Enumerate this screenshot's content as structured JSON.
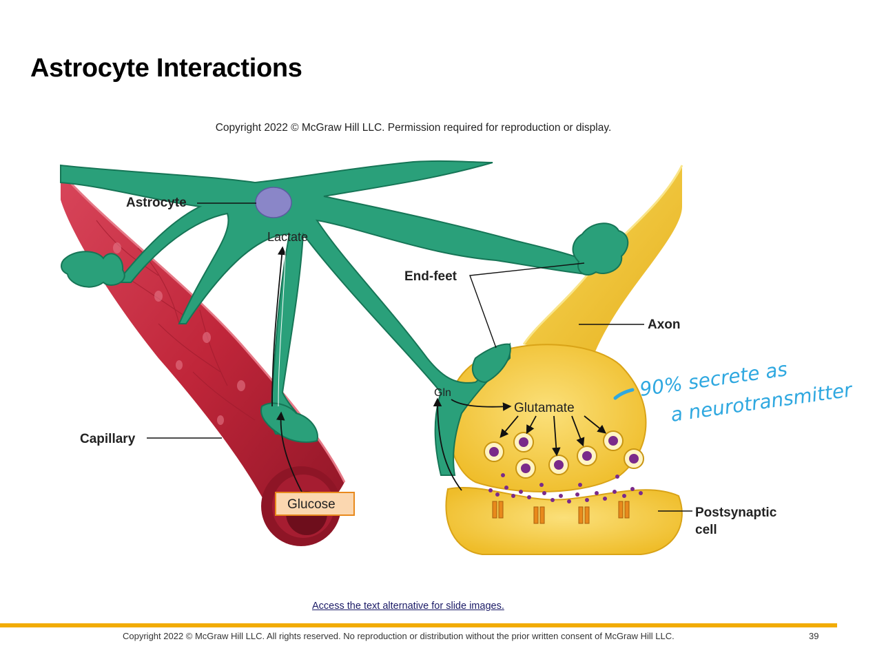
{
  "slide": {
    "title": "Astrocyte Interactions",
    "figure_copyright": "Copyright 2022 © McGraw Hill LLC. Permission required for reproduction or display.",
    "access_link": "Access the text alternative for slide images.",
    "footer_copyright": "Copyright 2022 © McGraw Hill LLC. All rights reserved. No reproduction or distribution without the prior written consent of McGraw Hill LLC.",
    "page_number": "39"
  },
  "diagram": {
    "labels": {
      "astrocyte": "Astrocyte",
      "lactate": "Lactate",
      "end_feet": "End-feet",
      "axon": "Axon",
      "gln": "Gln",
      "glutamate": "Glutamate",
      "capillary": "Capillary",
      "glucose": "Glucose",
      "postsynaptic_line1": "Postsynaptic",
      "postsynaptic_line2": "cell"
    },
    "handwritten_note": {
      "line1": "90% secrete as",
      "line2": "a neurotransmitter"
    }
  },
  "colors": {
    "astrocyte": "#2aa07a",
    "astrocyte_dark": "#167556",
    "capillary": "#c0263a",
    "axon": "#f2c32a",
    "synaptic_vesicle": "#7a2a8a",
    "receptor": "#e8891c",
    "handwriting": "#2fa8e0",
    "footer_bar": "#f2ac06"
  }
}
